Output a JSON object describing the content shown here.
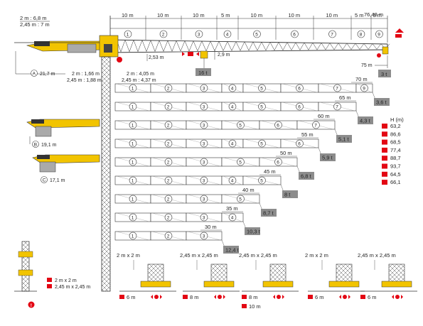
{
  "top": {
    "dims_left": [
      "2 m : 6,8 m",
      "2,45 m : 7 m"
    ],
    "segments": [
      "10 m",
      "10 m",
      "10 m",
      "5 m",
      "10 m",
      "10 m",
      "10 m",
      "5 m",
      "5 m"
    ],
    "segment_ids": [
      "1",
      "2",
      "3",
      "4",
      "5",
      "6",
      "7",
      "8",
      "9"
    ],
    "total": "76,48 m",
    "dim_253": "2,53 m",
    "dim_29": "2,9 m",
    "max_load": "16 t",
    "tip_dist": "75 m",
    "tip_load": "3 t",
    "counter_A": "21,7 m",
    "ce_a": [
      "2 m : 1,66 m",
      "2,45 m : 1,88 m"
    ],
    "ce_b": [
      "2 m : 4,05 m",
      "2,45 m : 4,37 m"
    ]
  },
  "variants": [
    {
      "id": "A",
      "label": "21,7 m"
    },
    {
      "id": "B",
      "label": "19,1 m"
    },
    {
      "id": "C",
      "label": "17,1 m"
    }
  ],
  "configs": [
    {
      "reach": "70 m",
      "load": "3,6 t",
      "segs": [
        "1",
        "2",
        "3",
        "4",
        "5",
        "6",
        "7",
        "9"
      ]
    },
    {
      "reach": "65 m",
      "load": "4,3 t",
      "segs": [
        "1",
        "2",
        "3",
        "4",
        "5",
        "6",
        "7"
      ]
    },
    {
      "reach": "60 m",
      "load": "5,1 t",
      "segs": [
        "1",
        "2",
        "3",
        "5",
        "6",
        "7"
      ]
    },
    {
      "reach": "55 m",
      "load": "5,9 t",
      "segs": [
        "1",
        "2",
        "3",
        "4",
        "5",
        "6"
      ]
    },
    {
      "reach": "50 m",
      "load": "6,8 t",
      "segs": [
        "1",
        "2",
        "3",
        "5",
        "6"
      ]
    },
    {
      "reach": "45 m",
      "load": "8 t",
      "segs": [
        "1",
        "2",
        "3",
        "4",
        "5"
      ]
    },
    {
      "reach": "40 m",
      "load": "8,7 t",
      "segs": [
        "1",
        "2",
        "3",
        "5"
      ]
    },
    {
      "reach": "35 m",
      "load": "10,3 t",
      "segs": [
        "1",
        "2",
        "3",
        "4"
      ]
    },
    {
      "reach": "30 m",
      "load": "12,4 t",
      "segs": [
        "1",
        "2",
        "3"
      ]
    }
  ],
  "heights": {
    "title": "H (m)",
    "values": [
      "63,2",
      "86,6",
      "68,5",
      "77,4",
      "88,7",
      "93,7",
      "64,5",
      "66,1"
    ]
  },
  "mast_legend": [
    "2 m x 2 m",
    "2,45 m x 2,45 m"
  ],
  "bases": [
    {
      "size": "2 m x 2 m",
      "dim": "6 m"
    },
    {
      "size": "2,45 m x 2,45 m",
      "dim": "8 m"
    },
    {
      "size": "2,45 m x 2,45 m",
      "dim": "8 m",
      "dim2": "10 m"
    },
    {
      "size": "2 m x 2 m",
      "dim": "6 m"
    },
    {
      "size": "2,45 m x 2,45 m",
      "dim": "6 m"
    }
  ],
  "colors": {
    "red": "#e30613",
    "gray": "#8c8c8c",
    "yellow": "#f2c400",
    "dark": "#333333"
  }
}
